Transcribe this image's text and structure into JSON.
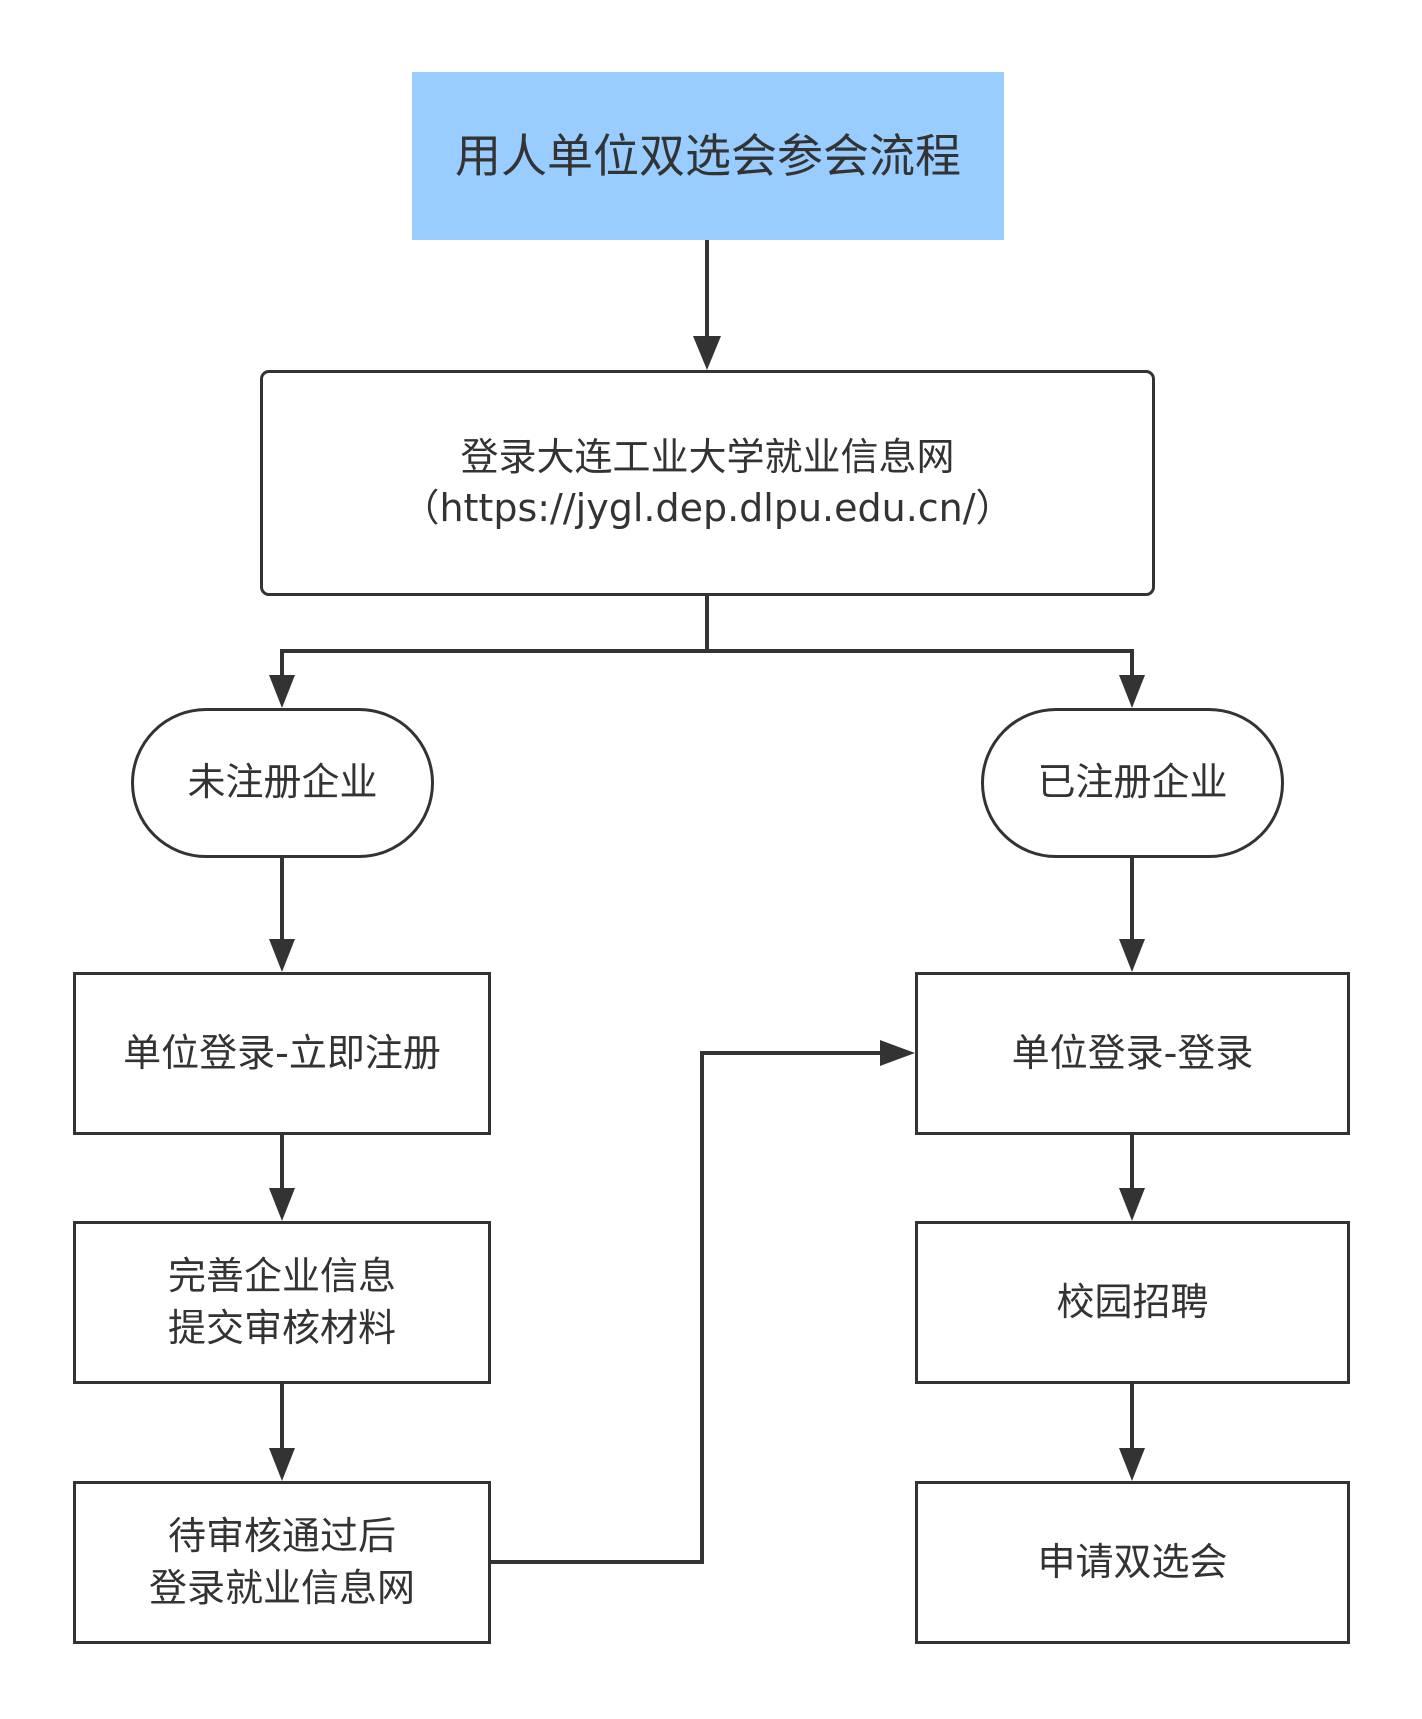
{
  "diagram": {
    "title": "用人单位双选会参会流程",
    "login": {
      "line1": "登录大连工业大学就业信息网",
      "line2": "（https://jygl.dep.dlpu.edu.cn/）"
    },
    "unregistered": {
      "label": "未注册企业",
      "steps": {
        "register": "单位登录-立即注册",
        "complete_line1": "完善企业信息",
        "complete_line2": "提交审核材料",
        "approved_line1": "待审核通过后",
        "approved_line2": "登录就业信息网"
      }
    },
    "registered": {
      "label": "已注册企业",
      "steps": {
        "login": "单位登录-登录",
        "campus": "校园招聘",
        "apply": "申请双选会"
      }
    },
    "colors": {
      "title_fill": "#99ccff",
      "stroke": "#333333",
      "text": "#333333"
    }
  }
}
